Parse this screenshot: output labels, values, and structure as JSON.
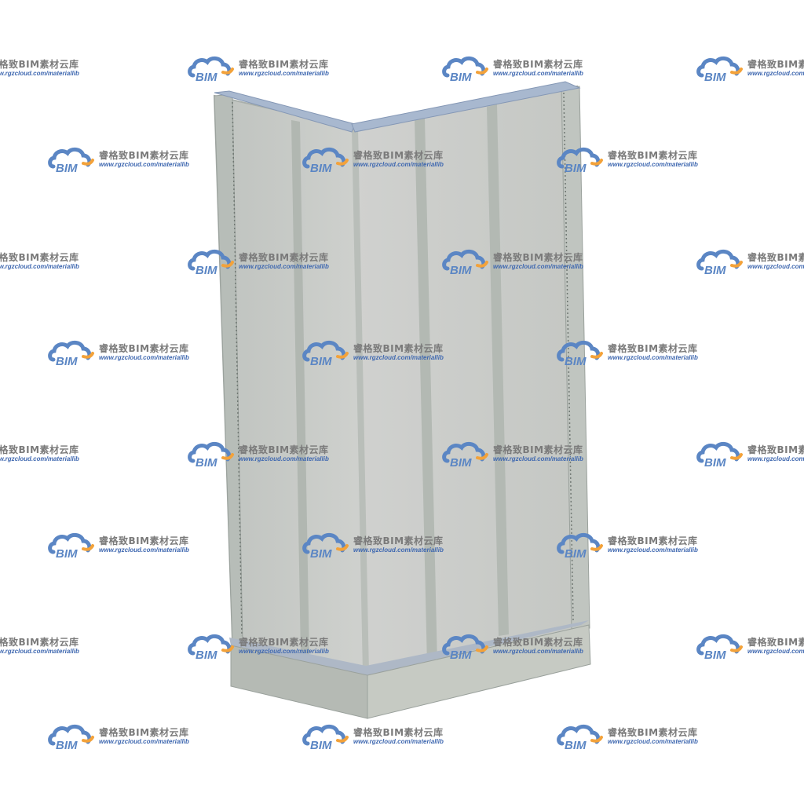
{
  "image": {
    "subject": "corner shower enclosure with sliding glass doors",
    "background_color": "#ffffff"
  },
  "colors": {
    "glass": "#c9cbc9",
    "frame": "#bcc2bd",
    "frame_top_edge": "#8fa4bf",
    "tray": "#c4c8c2",
    "watermark_text": "#7a7a7a",
    "watermark_url": "#3f68b0",
    "logo_cloud_blue": "#5b86c4",
    "logo_cloud_orange": "#f3a23a"
  },
  "watermark": {
    "logo_text": "BIM",
    "brand_text": "睿格致BIM素材云库",
    "url_text": "www.rgzcloud.com/materiallib",
    "icon": "bim-cloud-logo"
  }
}
